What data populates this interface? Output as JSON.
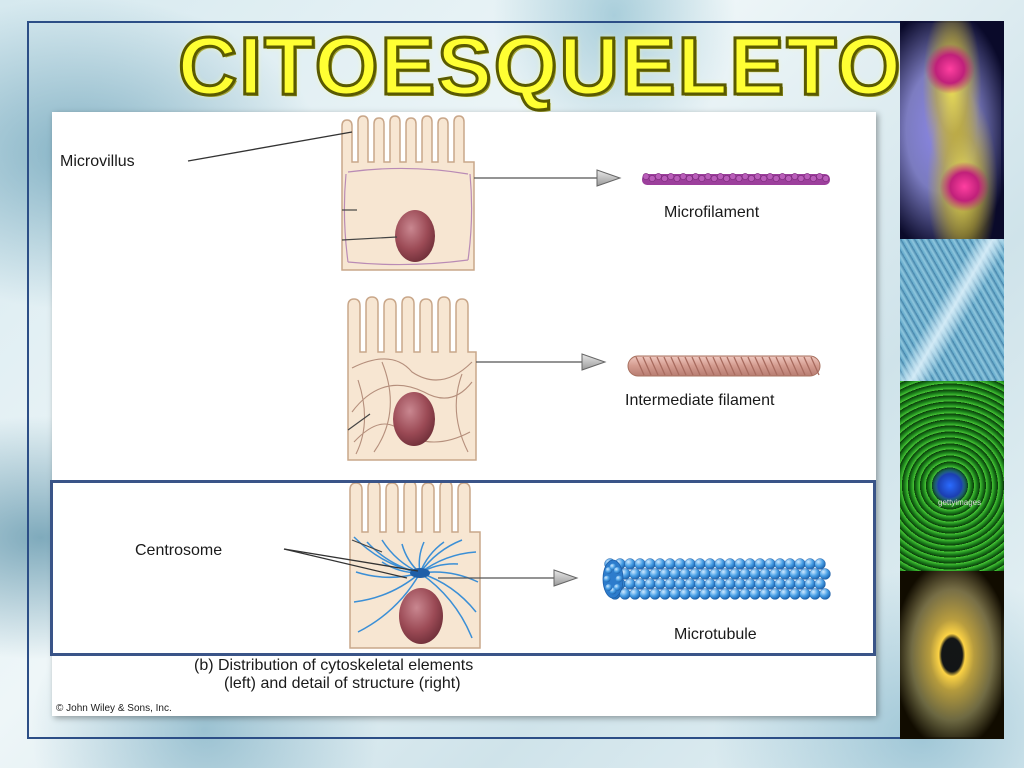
{
  "slide": {
    "title": "CITOESQUELETO"
  },
  "diagram": {
    "labels": {
      "microvillus": "Microvillus",
      "microfilament": "Microfilament",
      "intermediate_filament": "Intermediate filament",
      "centrosome": "Centrosome",
      "microtubule": "Microtubule"
    },
    "caption_line1": "(b) Distribution of cytoskeletal elements",
    "caption_line2": "(left) and detail of structure (right)",
    "copyright": "© John Wiley & Sons, Inc."
  },
  "photos": {
    "watermark": "gettyimages"
  },
  "colors": {
    "frame": "#2c4e86",
    "title_fill": "#ffff33",
    "cell_fill": "#f7e6d2",
    "cell_outline": "#c9a78a",
    "nucleus": "#9b4a55",
    "microfilament": "#9c3f9c",
    "intermediate_filament": "#d8a49a",
    "microtubule": "#3b8fd6",
    "highlight_box": "#3a5488"
  }
}
